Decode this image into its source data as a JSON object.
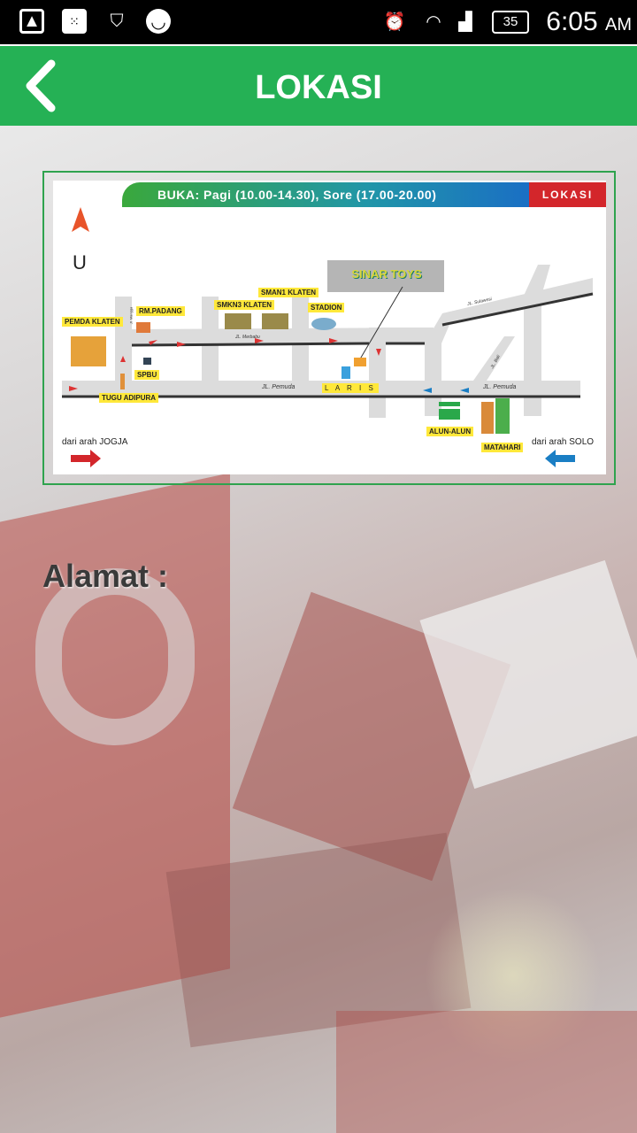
{
  "status_bar": {
    "time": "6:05",
    "ampm": "AM",
    "battery": "35",
    "icons": [
      "image-icon",
      "bbm-icon",
      "shield-icon",
      "smiley-icon",
      "alarm-icon",
      "wifi-icon",
      "signal-icon",
      "battery-icon"
    ]
  },
  "app_bar": {
    "title": "LOKASI",
    "back_icon": "chevron-left-icon"
  },
  "map": {
    "hours": "BUKA: Pagi (10.00-14.30), Sore (17.00-20.00)",
    "badge": "LOKASI",
    "north": "U",
    "store_logo": "SINAR TOYS",
    "labels": [
      "PEMDA KLATEN",
      "RM.PADANG",
      "SMKN3 KLATEN",
      "SMAN1 KLATEN",
      "STADION",
      "SPBU",
      "TUGU ADIPURA",
      "L A R I S",
      "ALUN-ALUN",
      "MATAHARI"
    ],
    "roads": [
      "JL. Pemuda",
      "JL. Merbabu",
      "JL. Sulawesi",
      "JL. Bali",
      "JL. Pemuda",
      "Jl. Mangga"
    ],
    "from_west": "dari arah JOGJA",
    "from_east": "dari arah SOLO"
  },
  "address_label": "Alamat :"
}
